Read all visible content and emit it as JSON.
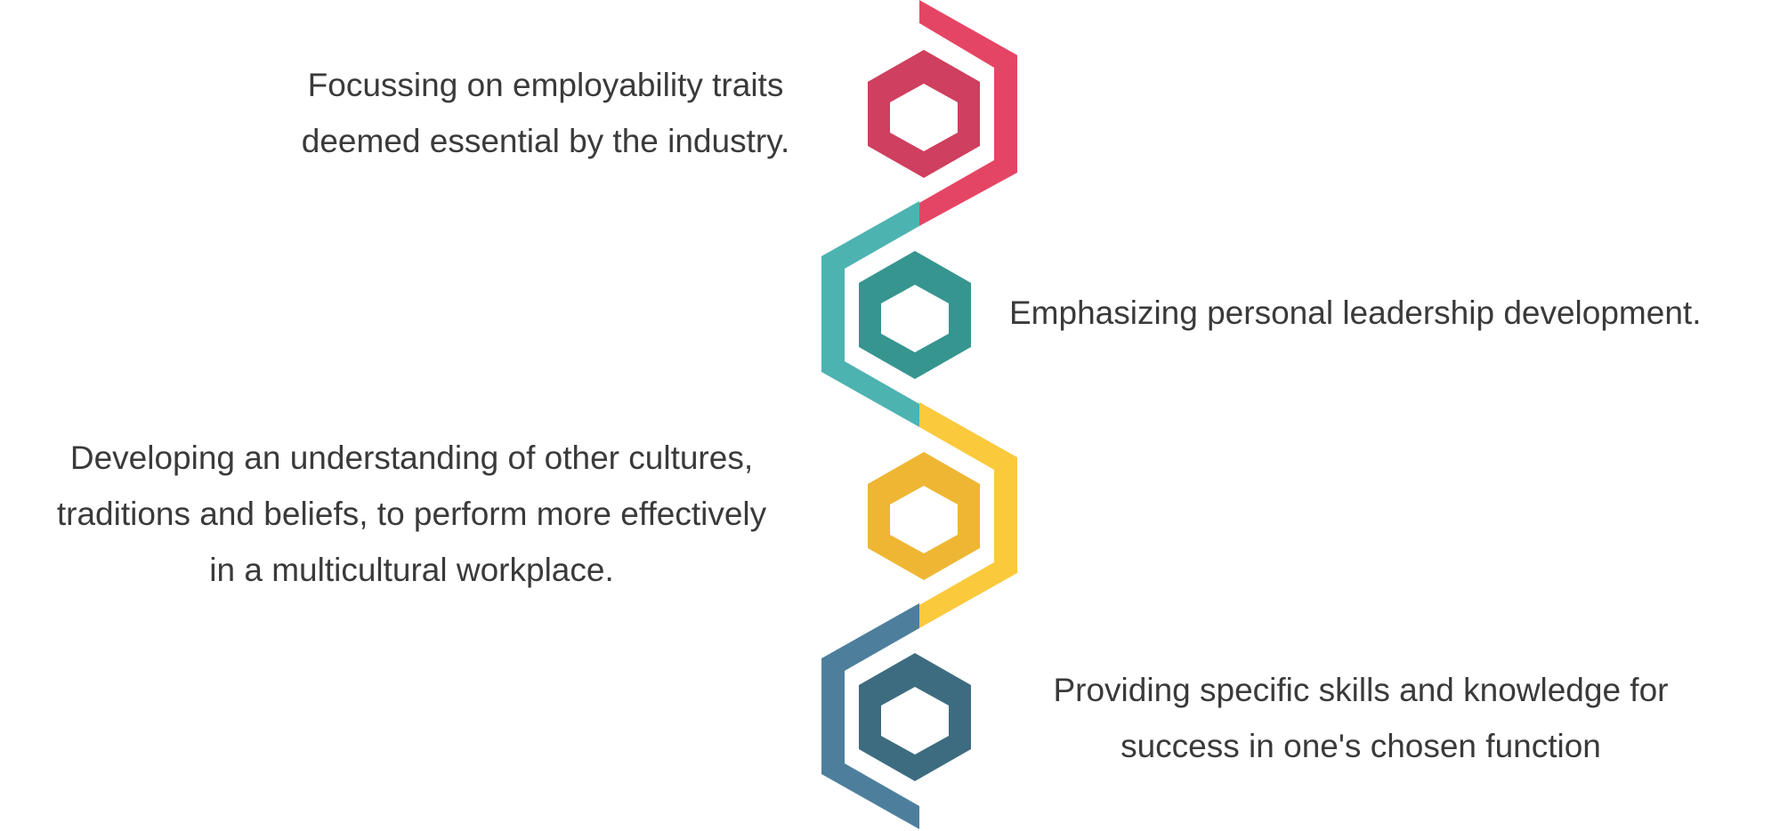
{
  "steps": [
    {
      "lines": [
        "Focussing on employability traits",
        "deemed essential by the industry."
      ],
      "color_outer": "#e54564",
      "color_hex": "#cf3f5f",
      "side": "left"
    },
    {
      "lines": [
        "Emphasizing personal leadership development."
      ],
      "color_outer": "#4db3b1",
      "color_hex": "#36958f",
      "side": "right"
    },
    {
      "lines": [
        "Developing an understanding of other cultures,",
        "traditions and beliefs, to perform more effectively",
        "in a multicultural workplace."
      ],
      "color_outer": "#fbc93c",
      "color_hex": "#efb633",
      "side": "left"
    },
    {
      "lines": [
        "Providing specific skills and knowledge for",
        "success in one's chosen function"
      ],
      "color_outer": "#4d7f9d",
      "color_hex": "#3d6c80",
      "side": "right"
    }
  ]
}
